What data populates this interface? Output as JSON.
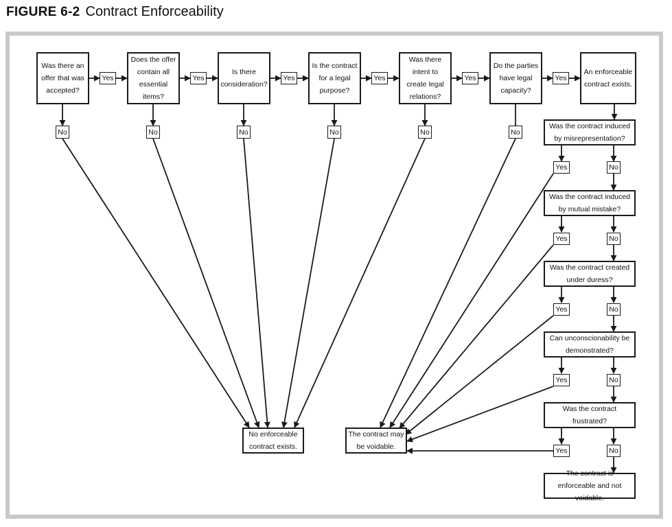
{
  "figure": {
    "number": "FIGURE 6-2",
    "title": "Contract Enforceability"
  },
  "labels": {
    "yes": "Yes",
    "no": "No"
  },
  "steps": [
    "Was there an offer that was accepted?",
    "Does the offer contain all essential items?",
    "Is there consideration?",
    "Is the contract for a legal purpose?",
    "Was there intent to create legal relations?",
    "Do the parties have legal capacity?"
  ],
  "enforceable": "An enforceable contract exists.",
  "checks": [
    "Was the contract induced by misrepresentation?",
    "Was the contract induced by mutual mistake?",
    "Was the contract created under duress?",
    "Can unconscionability be demonstrated?",
    "Was the contract frustrated?"
  ],
  "outcomes": {
    "not_enforceable": "No enforceable contract exists.",
    "voidable": "The contract may be voidable.",
    "enforceable_final": "The contract is enforceable and not voidable."
  }
}
